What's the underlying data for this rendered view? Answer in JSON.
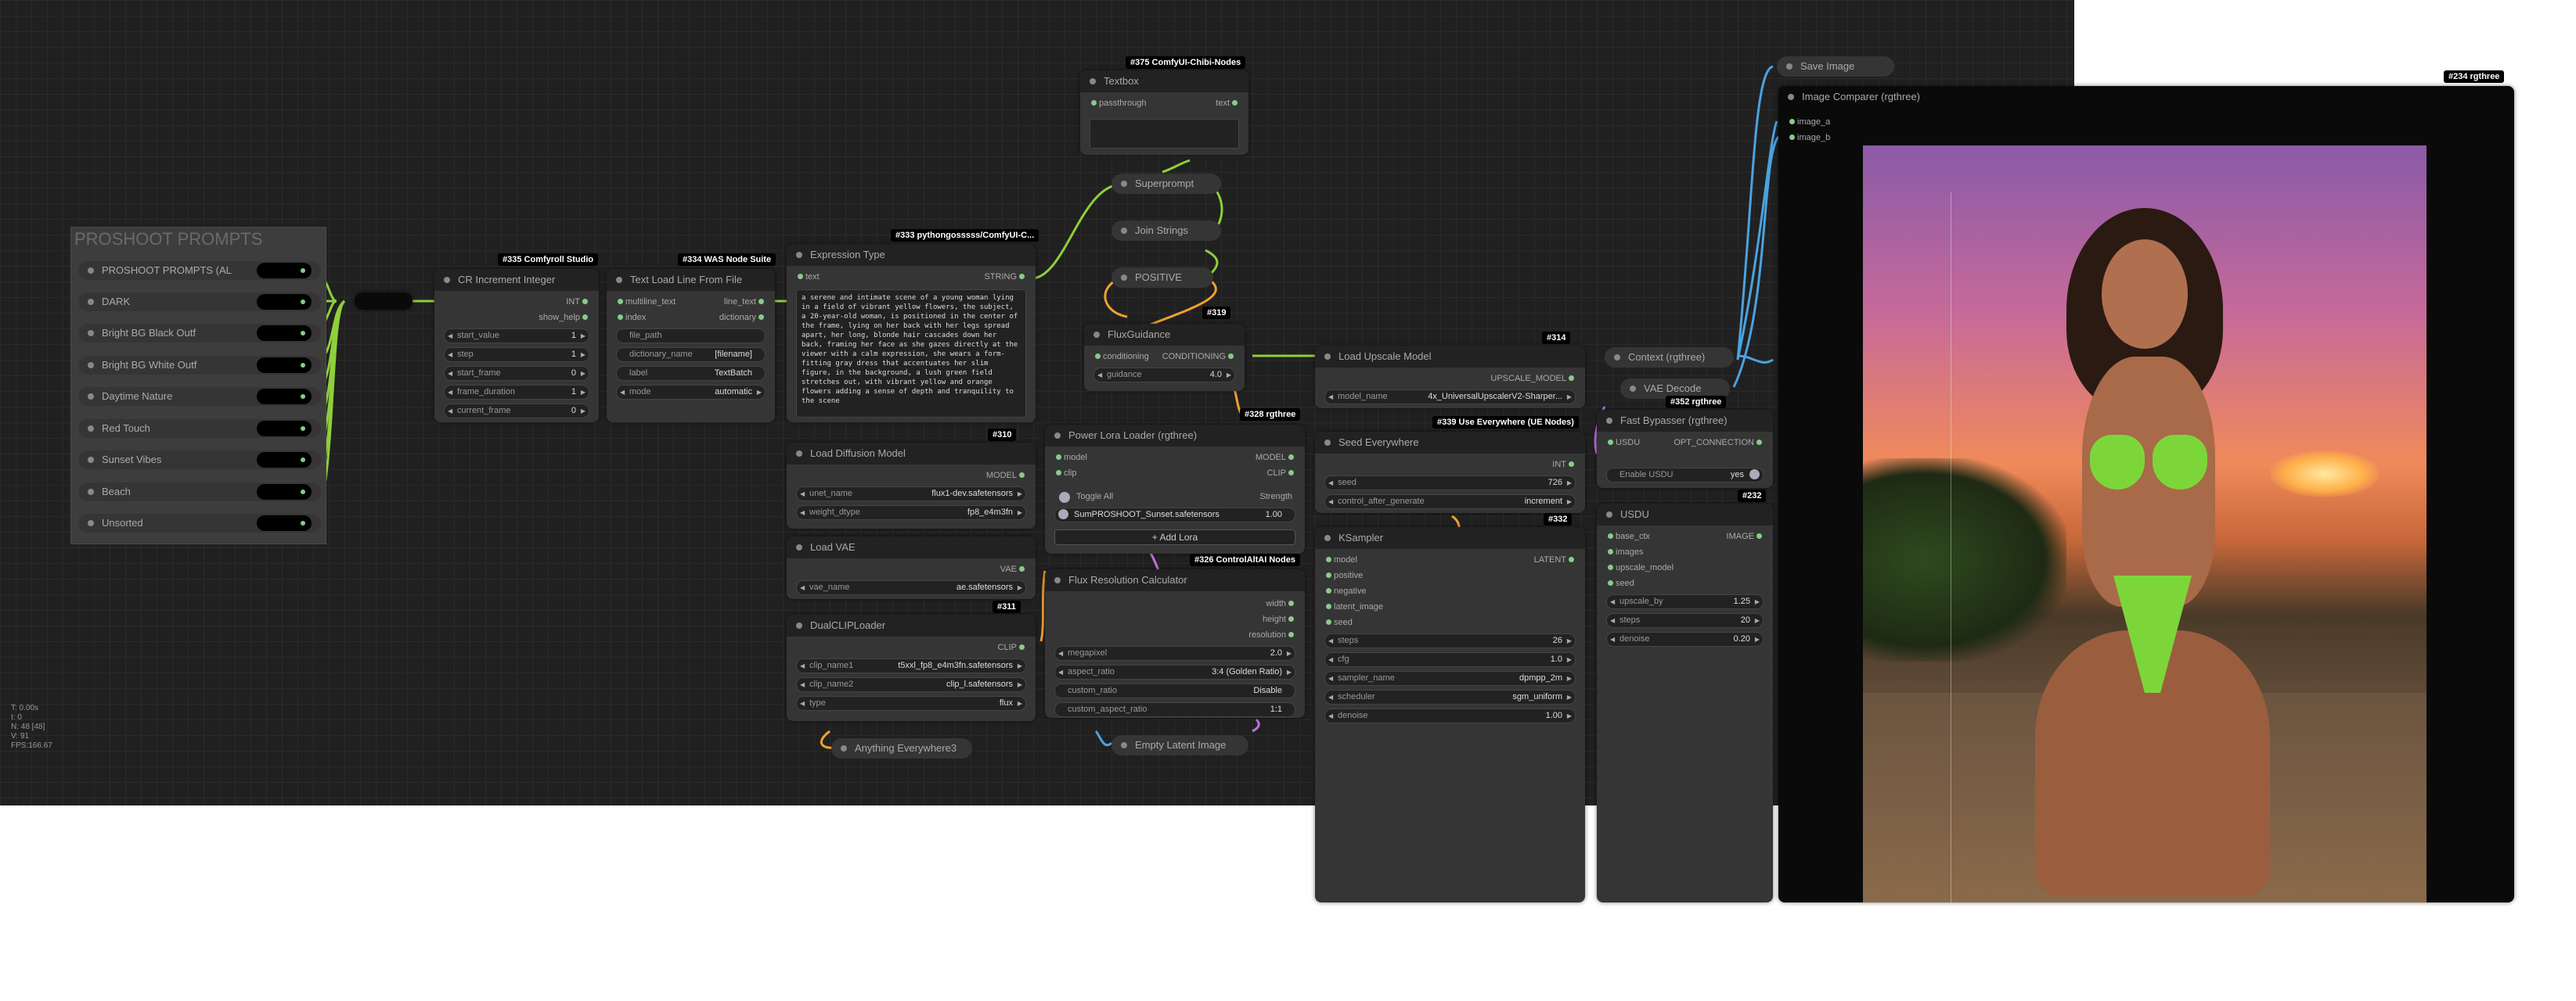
{
  "group": {
    "title": "PROSHOOT PROMPTS"
  },
  "prompts": [
    {
      "label": "PROSHOOT PROMPTS (AL"
    },
    {
      "label": "DARK"
    },
    {
      "label": "Bright BG Black Outf"
    },
    {
      "label": "Bright BG White Outf"
    },
    {
      "label": "Daytime Nature"
    },
    {
      "label": "Red Touch"
    },
    {
      "label": "Sunset Vibes"
    },
    {
      "label": "Beach"
    },
    {
      "label": "Unsorted"
    }
  ],
  "cr_increment": {
    "badge": "#335 Comfyroll Studio",
    "title": "CR Increment Integer",
    "out1": "INT",
    "out2": "show_help",
    "widgets": [
      [
        "start_value",
        "1"
      ],
      [
        "step",
        "1"
      ],
      [
        "start_frame",
        "0"
      ],
      [
        "frame_duration",
        "1"
      ],
      [
        "current_frame",
        "0"
      ]
    ]
  },
  "text_load": {
    "badge": "#334 WAS Node Suite",
    "title": "Text Load Line From File",
    "in1": "multiline_text",
    "in2": "index",
    "out1": "line_text",
    "out2": "dictionary",
    "widgets": [
      [
        "file_path",
        ""
      ],
      [
        "dictionary_name",
        "[filename]"
      ],
      [
        "label",
        "TextBatch"
      ],
      [
        "mode",
        "automatic"
      ]
    ]
  },
  "expression": {
    "badge": "#333 pythongosssss/ComfyUI-C...",
    "title": "Expression Type",
    "in1": "text",
    "out1": "STRING",
    "text": "a serene and intimate scene of a young woman lying in a field of vibrant yellow flowers, the subject, a 20-year-old woman, is positioned in the center of the frame, lying on her back with her legs spread apart, her long, blonde hair cascades down her back, framing her face as she gazes directly at the viewer with a calm expression, she wears a form-fitting gray dress that accentuates her slim figure, in the background, a lush green field stretches out, with vibrant yellow and orange flowers adding a sense of depth and tranquility to the scene"
  },
  "textbox": {
    "badge": "#375 ComfyUI-Chibi-Nodes",
    "title": "Textbox",
    "in1": "passthrough",
    "out1": "text"
  },
  "superprompt": {
    "title": "Superprompt"
  },
  "join_strings": {
    "title": "Join Strings"
  },
  "positive": {
    "title": "POSITIVE",
    "badge": "#319"
  },
  "flux_guidance": {
    "title": "FluxGuidance",
    "in1": "conditioning",
    "out1": "CONDITIONING",
    "widgets": [
      [
        "guidance",
        "4.0"
      ]
    ],
    "badge": "#328 rgthree"
  },
  "load_diffusion": {
    "badge": "#310",
    "title": "Load Diffusion Model",
    "out1": "MODEL",
    "widgets": [
      [
        "unet_name",
        "flux1-dev.safetensors"
      ],
      [
        "weight_dtype",
        "fp8_e4m3fn"
      ]
    ]
  },
  "load_vae": {
    "title": "Load VAE",
    "out1": "VAE",
    "widgets": [
      [
        "vae_name",
        "ae.safetensors"
      ]
    ],
    "badge": "#311"
  },
  "dual_clip": {
    "title": "DualCLIPLoader",
    "out1": "CLIP",
    "widgets": [
      [
        "clip_name1",
        "t5xxl_fp8_e4m3fn.safetensors"
      ],
      [
        "clip_name2",
        "clip_l.safetensors"
      ],
      [
        "type",
        "flux"
      ]
    ]
  },
  "anything_everywhere": {
    "title": "Anything Everywhere3"
  },
  "power_lora": {
    "title": "Power Lora Loader (rgthree)",
    "in1": "model",
    "in2": "clip",
    "out1": "MODEL",
    "out2": "CLIP",
    "toggle_all": "Toggle All",
    "strength": "Strength",
    "lora_name": "SumPROSHOOT_Sunset.safetensors",
    "lora_strength": "1.00",
    "add_lora": "+ Add Lora",
    "badge": "#326 ControlAltAI Nodes"
  },
  "flux_res": {
    "title": "Flux Resolution Calculator",
    "out1": "width",
    "out2": "height",
    "out3": "resolution",
    "widgets": [
      [
        "megapixel",
        "2.0"
      ],
      [
        "aspect_ratio",
        "3:4 (Golden Ratio)"
      ],
      [
        "custom_ratio",
        "Disable"
      ],
      [
        "custom_aspect_ratio",
        "1:1"
      ]
    ]
  },
  "empty_latent": {
    "title": "Empty Latent Image"
  },
  "load_upscale": {
    "badge": "#314",
    "title": "Load Upscale Model",
    "out1": "UPSCALE_MODEL",
    "widgets": [
      [
        "model_name",
        "4x_UniversalUpscalerV2-Sharper..."
      ]
    ]
  },
  "seed_everywhere": {
    "badge": "#339 Use Everywhere (UE Nodes)",
    "title": "Seed Everywhere",
    "out1": "INT",
    "widgets": [
      [
        "seed",
        "726"
      ],
      [
        "control_after_generate",
        "increment"
      ]
    ]
  },
  "ksampler": {
    "badge": "#332",
    "title": "KSampler",
    "inputs": [
      "model",
      "positive",
      "negative",
      "latent_image",
      "seed"
    ],
    "out1": "LATENT",
    "widgets": [
      [
        "steps",
        "26"
      ],
      [
        "cfg",
        "1.0"
      ],
      [
        "sampler_name",
        "dpmpp_2m"
      ],
      [
        "scheduler",
        "sgm_uniform"
      ],
      [
        "denoise",
        "1.00"
      ]
    ]
  },
  "context": {
    "title": "Context (rgthree)"
  },
  "vae_decode": {
    "title": "VAE Decode",
    "badge": "#352 rgthree"
  },
  "fast_bypasser": {
    "title": "Fast Bypasser (rgthree)",
    "in1": "USDU",
    "out1": "OPT_CONNECTION",
    "toggle_label": "Enable USDU",
    "toggle_value": "yes"
  },
  "usdu": {
    "badge": "#232",
    "title": "USDU",
    "inputs": [
      "base_ctx",
      "images",
      "upscale_model",
      "seed"
    ],
    "out1": "IMAGE",
    "widgets": [
      [
        "upscale_by",
        "1.25"
      ],
      [
        "steps",
        "20"
      ],
      [
        "denoise",
        "0.20"
      ]
    ]
  },
  "save_image": {
    "title": "Save Image"
  },
  "image_comparer": {
    "badge": "#234 rgthree",
    "title": "Image Comparer (rgthree)",
    "in1": "image_a",
    "in2": "image_b"
  },
  "status": {
    "l1": "T: 0.00s",
    "l2": "I: 0",
    "l3": "N: 48 [48]",
    "l4": "V: 91",
    "l5": "FPS:166.67"
  },
  "colors": {
    "canvas": "#202020",
    "node": "#353535",
    "title_bar": "#222222",
    "wire_green": "#8fcf3a",
    "wire_blue": "#4aa3df",
    "wire_orange": "#f0a030",
    "wire_purple": "#c070e0"
  }
}
